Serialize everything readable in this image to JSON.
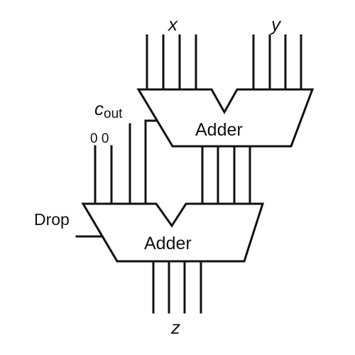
{
  "diagram": {
    "input_x_label": "x",
    "input_y_label": "y",
    "carry_out_label_base": "c",
    "carry_out_label_sub": "out",
    "zero_bits_label": "0 0",
    "drop_label": "Drop",
    "top_adder_label": "Adder",
    "bottom_adder_label": "Adder",
    "output_z_label": "z"
  },
  "colors": {
    "ink": "#111111",
    "background": "#ffffff"
  }
}
